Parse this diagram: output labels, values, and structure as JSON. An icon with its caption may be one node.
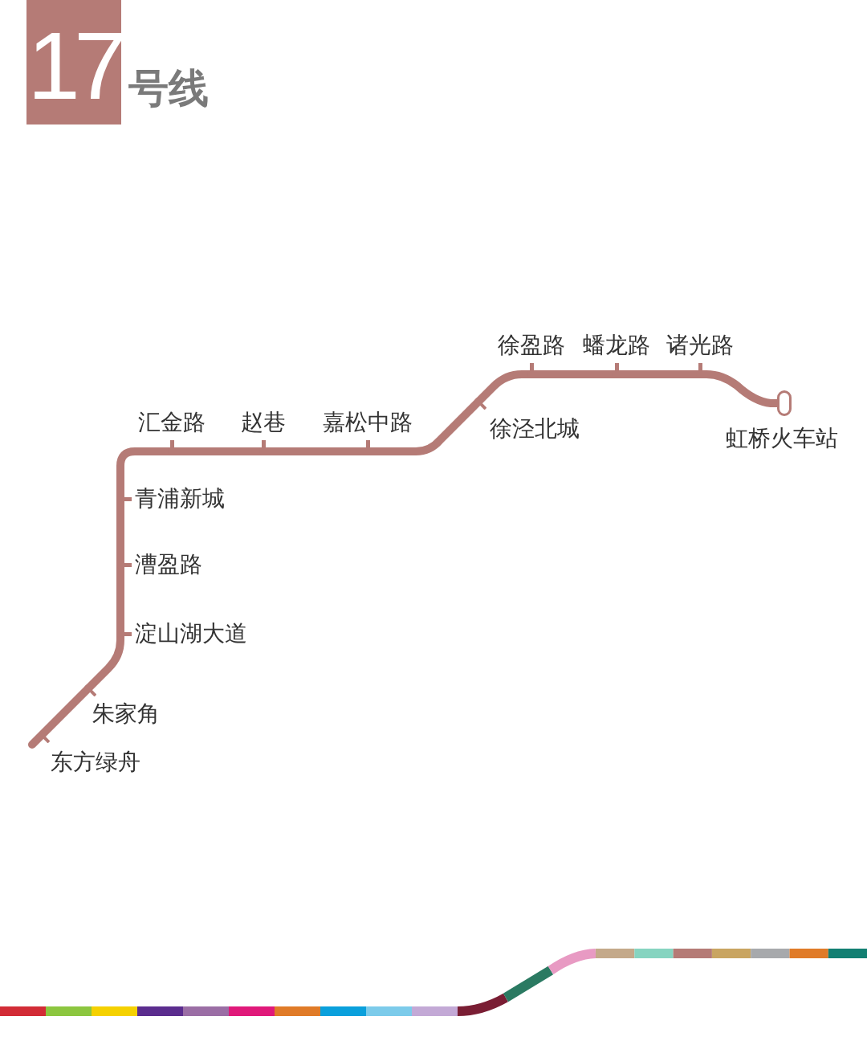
{
  "diagram": {
    "title": "17",
    "nodes": [
      {
        "text": [
          "东方绿舟"
        ]
      },
      {
        "text": [
          "朱家角"
        ]
      },
      {
        "text": [
          "淀山湖大道"
        ]
      },
      {
        "text": [
          "漕盈路"
        ]
      },
      {
        "text": [
          "青浦新城"
        ]
      },
      {
        "text": [
          "汇金路"
        ]
      },
      {
        "text": [
          "赵巷"
        ]
      },
      {
        "text": [
          "嘉松中路"
        ]
      },
      {
        "text": [
          "徐泾北城"
        ]
      },
      {
        "text": [
          "徐盈路"
        ]
      },
      {
        "text": [
          "蟠龙路"
        ]
      },
      {
        "text": [
          "诸光路"
        ]
      },
      {
        "text": [
          "虹桥火车站"
        ]
      }
    ],
    "edges": [
      {
        "from": 0,
        "to": 1,
        "arrow": "none"
      },
      {
        "from": 1,
        "to": 2,
        "arrow": "none"
      },
      {
        "from": 2,
        "to": 3,
        "arrow": "none"
      },
      {
        "from": 3,
        "to": 4,
        "arrow": "none"
      },
      {
        "from": 4,
        "to": 5,
        "arrow": "none"
      },
      {
        "from": 5,
        "to": 6,
        "arrow": "none"
      },
      {
        "from": 6,
        "to": 7,
        "arrow": "none"
      },
      {
        "from": 7,
        "to": 8,
        "arrow": "none"
      },
      {
        "from": 8,
        "to": 9,
        "arrow": "none"
      },
      {
        "from": 9,
        "to": 10,
        "arrow": "none"
      },
      {
        "from": 10,
        "to": 11,
        "arrow": "none"
      },
      {
        "from": 11,
        "to": 12,
        "arrow": "none"
      }
    ],
    "labels": [
      "号线"
    ]
  }
}
